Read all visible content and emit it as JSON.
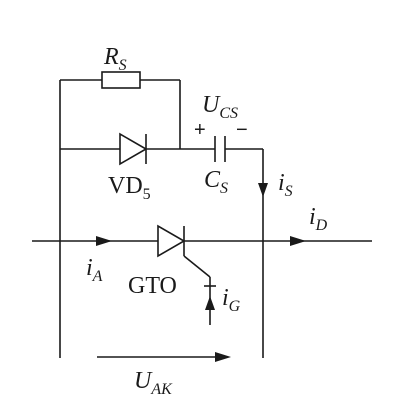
{
  "labels": {
    "rs": {
      "main": "R",
      "sub": "S"
    },
    "ucs": {
      "main": "U",
      "sub": "CS"
    },
    "plus": "+",
    "minus": "−",
    "vd5": {
      "main": "VD",
      "sub": "5"
    },
    "cs": {
      "main": "C",
      "sub": "S"
    },
    "is": {
      "main": "i",
      "sub": "S"
    },
    "id": {
      "main": "i",
      "sub": "D"
    },
    "ia": {
      "main": "i",
      "sub": "A"
    },
    "gto": "GTO",
    "ig": {
      "main": "i",
      "sub": "G"
    },
    "uak": {
      "main": "U",
      "sub": "AK"
    }
  }
}
